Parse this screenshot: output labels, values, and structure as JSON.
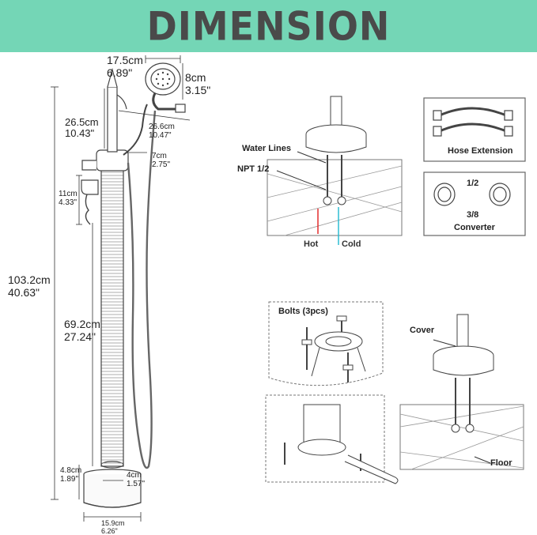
{
  "banner": {
    "title": "DIMENSION"
  },
  "dimensions": {
    "head_width_cm": "17.5cm",
    "head_width_in": "6.89\"",
    "head_height_cm": "8cm",
    "head_height_in": "3.15\"",
    "spout_height_cm": "26.5cm",
    "spout_height_in": "10.43\"",
    "arm_reach_cm": "26.6cm",
    "arm_reach_in": "10.47\"",
    "spout_reach_cm": "7cm",
    "spout_reach_in": "2.75\"",
    "handle_height_cm": "11cm",
    "handle_height_in": "4.33\"",
    "total_height_cm": "103.2cm",
    "total_height_in": "40.63\"",
    "pipe_height_cm": "69.2cm",
    "pipe_height_in": "27.24\"",
    "base_height_cm": "4.8cm",
    "base_height_in": "1.89\"",
    "pipe_diameter_cm": "4cm",
    "pipe_diameter_in": "1.57\"",
    "base_diameter_cm": "15.9cm",
    "base_diameter_in": "6.26\""
  },
  "install": {
    "water_lines": "Water Lines",
    "npt": "NPT 1/2",
    "hot": "Hot",
    "cold": "Cold",
    "hose_extension": "Hose Extension",
    "converter_top": "1/2",
    "converter_bottom": "3/8",
    "converter": "Converter",
    "bolts": "Bolts (3pcs)",
    "cover": "Cover",
    "floor": "Floor"
  },
  "colors": {
    "banner": "#74d6b6",
    "hot": "#e02020",
    "cold": "#20b8d0",
    "line": "#333333"
  }
}
